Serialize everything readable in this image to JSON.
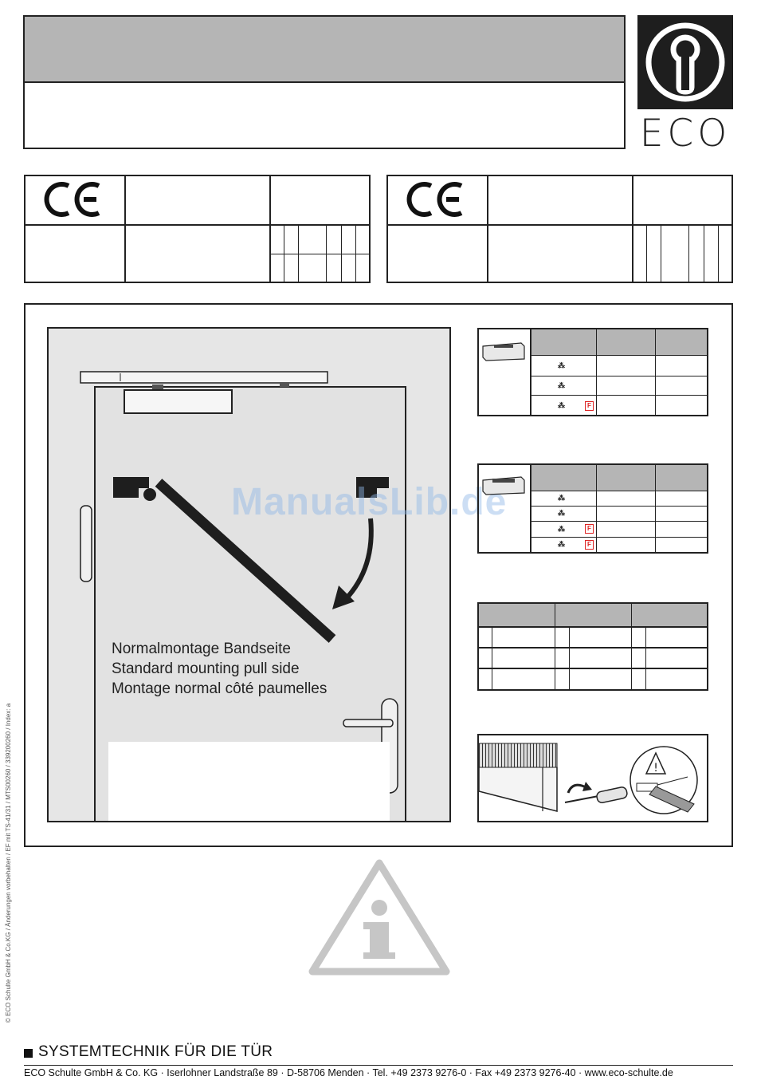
{
  "brand": {
    "logo_text": "ECO"
  },
  "certification": {
    "mark": "CE"
  },
  "illustration": {
    "watermark": "ManualsLib.de",
    "mounting_lines": [
      "Normalmontage Bandseite",
      "Standard mounting pull side",
      "Montage normal côté paumelles"
    ]
  },
  "tables": {
    "spring_symbol": "⁂",
    "fire_badge": "F"
  },
  "side_text": "© ECO Schulte GmbH & Co.KG / Änderungen vorbehalten / EF mit TS-41/31 / MTS00260 / 339200260 / Index: a",
  "footer": {
    "title": "SYSTEMTECHNIK FÜR DIE TÜR",
    "address": "ECO Schulte GmbH & Co. KG · Iserlohner Landstraße 89 · D-58706 Menden · Tel. +49 2373 9276-0 · Fax +49 2373 9276-40 · www.eco-schulte.de"
  },
  "colors": {
    "header_gray": "#b5b5b5",
    "panel_gray": "#e6e6e6",
    "fire_red": "#dd2222",
    "watermark_blue": "#8fb8e8"
  }
}
